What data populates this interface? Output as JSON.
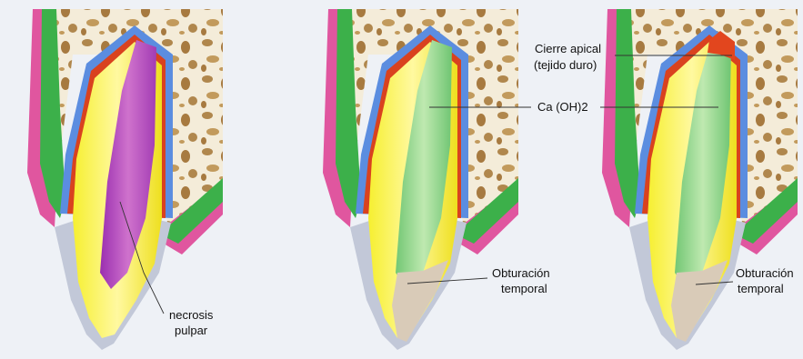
{
  "labels": {
    "necrosis_line1": "necrosis",
    "necrosis_line2": "pulpar",
    "cierre_line1": "Cierre apical",
    "cierre_line2": "(tejido duro)",
    "caoh": "Ca (OH)2",
    "obturacion1_line1": "Obturación",
    "obturacion1_line2": "temporal",
    "obturacion2_line1": "Obturación",
    "obturacion2_line2": "temporal"
  },
  "colors": {
    "background": "#eef1f6",
    "bone": "#f4ecd9",
    "trabecula": "#b0874d",
    "gingiva_pink": "#e0569f",
    "gingiva_green": "#3cb04a",
    "periodontal_blue": "#5b8de0",
    "cementum_red": "#d9421f",
    "dentin_yellow": "#f3ea2a",
    "enamel_gray": "#c2c8d8",
    "necrotic_pulp": "#b040b8",
    "calcium_hydroxide": "#8fd58a",
    "temporary_filling": "#d9cbb8",
    "apical_barrier": "#e2461e"
  }
}
